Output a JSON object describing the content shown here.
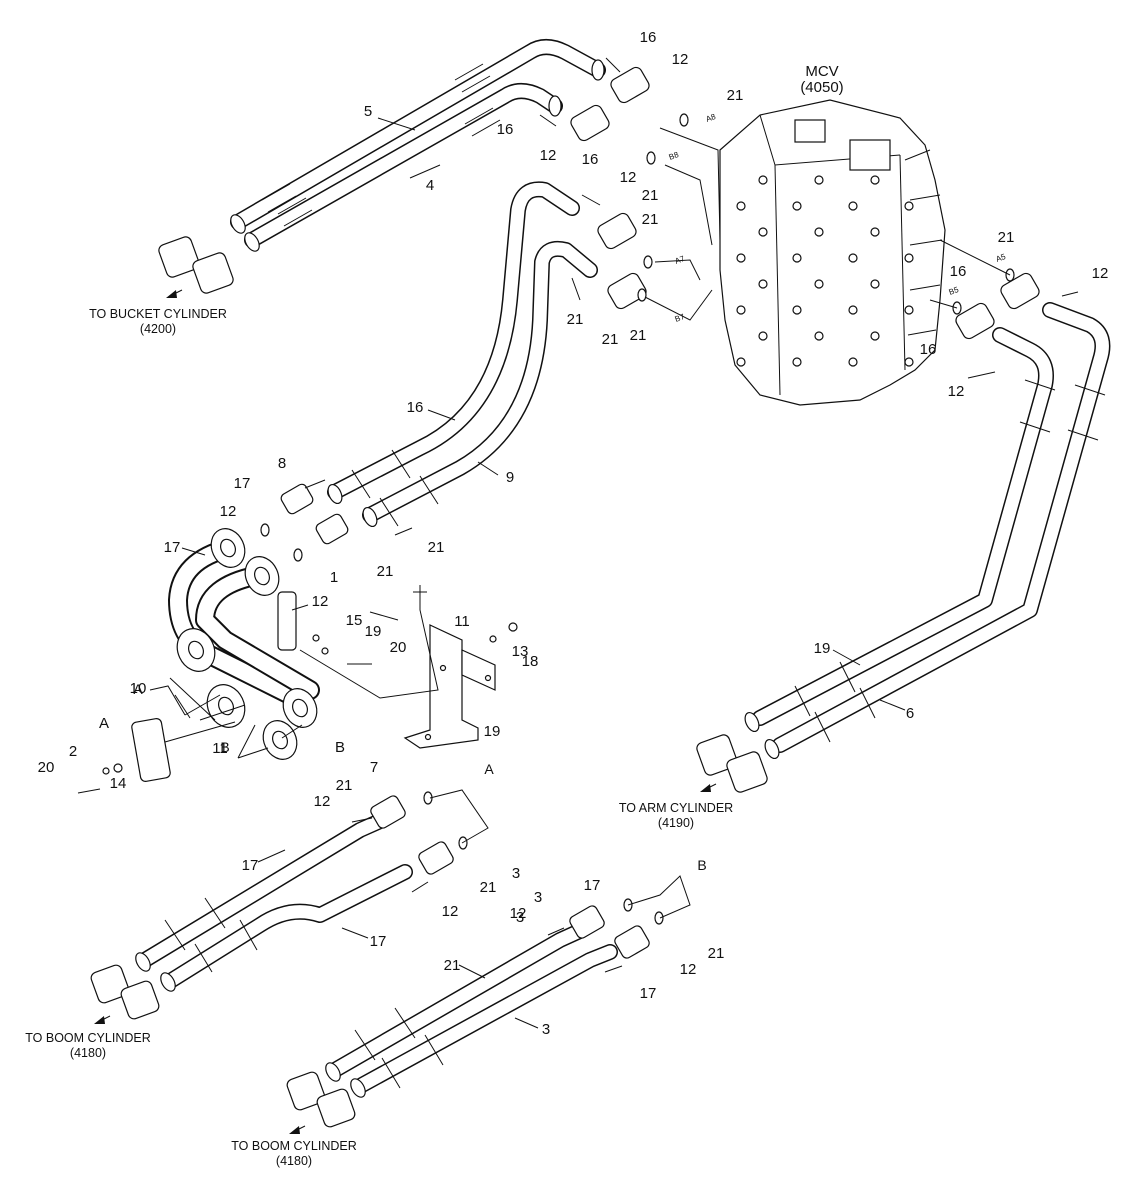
{
  "mcv": {
    "name": "MCV",
    "code": "(4050)"
  },
  "destinations": [
    {
      "id": "bucket",
      "line1": "TO BUCKET CYLINDER",
      "line2": "(4200)"
    },
    {
      "id": "arm",
      "line1": "TO ARM CYLINDER",
      "line2": "(4190)"
    },
    {
      "id": "boom1",
      "line1": "TO BOOM CYLINDER",
      "line2": "(4180)"
    },
    {
      "id": "boom2",
      "line1": "TO BOOM CYLINDER",
      "line2": "(4180)"
    }
  ],
  "ports": [
    "A8",
    "B8",
    "A7",
    "B7",
    "A5",
    "B5"
  ],
  "junction_labels": [
    "A",
    "B",
    "A",
    "B"
  ],
  "callouts": [
    "16",
    "12",
    "21",
    "5",
    "16",
    "12",
    "4",
    "16",
    "12",
    "21",
    "21",
    "21",
    "16",
    "12",
    "21",
    "21",
    "21",
    "16",
    "12",
    "16",
    "9",
    "8",
    "17",
    "12",
    "21",
    "17",
    "1",
    "21",
    "12",
    "11",
    "15",
    "19",
    "20",
    "13",
    "18",
    "19",
    "10",
    "A",
    "11",
    "B",
    "2",
    "20",
    "14",
    "19",
    "6",
    "7",
    "21",
    "12",
    "17",
    "3",
    "21",
    "12",
    "17",
    "3",
    "12",
    "17",
    "21",
    "21",
    "3",
    "12",
    "17",
    "3"
  ]
}
